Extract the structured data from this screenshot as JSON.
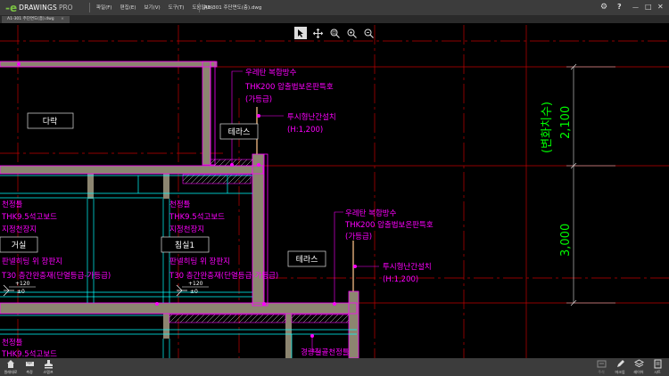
{
  "app": {
    "brand": "DRAWINGS",
    "edition": "PRO"
  },
  "menu": [
    "파일(F)",
    "편집(E)",
    "보기(V)",
    "도구(T)",
    "도움말(H)"
  ],
  "file_title": "A1-301 주단면도(층).dwg",
  "tab": {
    "label": "A1-301 주단면도(층).dwg",
    "close": "×"
  },
  "window_controls": {
    "minimize": "—",
    "maximize": "□",
    "close": "✕"
  },
  "drawing": {
    "room_attic": "다락",
    "room_living": "거실",
    "room_bedroom": "침실1",
    "terrace_1": "테라스",
    "terrace_2": "테라스",
    "waterproof_1": "우레탄 복합방수",
    "insulation_1": "THK200 압출법보온판특호",
    "grade_1": "(가등급)",
    "glass_rail_1": "투시형난간설치",
    "glass_rail_1_h": "(H:1,200)",
    "waterproof_2": "우레탄 복합방수",
    "insulation_2": "THK200 압출법보온판특호",
    "grade_2": "(가등급)",
    "glass_rail_2": "투시형난간설치",
    "glass_rail_2_h": "(H:1,200)",
    "ceiling_1": "천정틀",
    "ceiling_board_1": "THK9.5석고보드",
    "ceiling_finish_1": "지정천장지",
    "ceiling_2": "천정틀",
    "ceiling_board_2": "THK9.5석고보드",
    "ceiling_finish_2": "지정천장지",
    "floor_heat_1": "판넬히팅 위 장판지",
    "floor_insul_1": "T30 층간완충재(단열등급-가등급)",
    "floor_heat_2": "판넬히팅 위 장판지",
    "floor_insul_2": "T30 층간완충재(단열등급-가등급)",
    "level_up_1": "+120",
    "level_zero_1": "±0",
    "level_up_2": "+120",
    "level_zero_2": "±0",
    "ceiling_3": "천정틀",
    "ceiling_board_3": "THK9.5석고보드",
    "ceiling_4": "경량철골천정틀",
    "dim_variable": "(변화치수)",
    "dim_2100": "2,100",
    "dim_3000": "3,000"
  },
  "bottom_left": [
    {
      "label": "원래대로",
      "icon": "home-icon"
    },
    {
      "label": "측정",
      "icon": "measure-icon"
    },
    {
      "label": "스탬프",
      "icon": "stamp-icon"
    }
  ],
  "bottom_right": [
    {
      "label": "주석",
      "icon": "annotation-icon"
    },
    {
      "label": "마크업",
      "icon": "markup-icon"
    },
    {
      "label": "레이어",
      "icon": "layer-icon"
    },
    {
      "label": "시트",
      "icon": "sheet-icon"
    }
  ],
  "colors": {
    "wall": "#8c8570",
    "magenta": "#ff00ff",
    "green": "#00ff00",
    "cyan": "#00ffff",
    "dim_red": "#c00000"
  }
}
